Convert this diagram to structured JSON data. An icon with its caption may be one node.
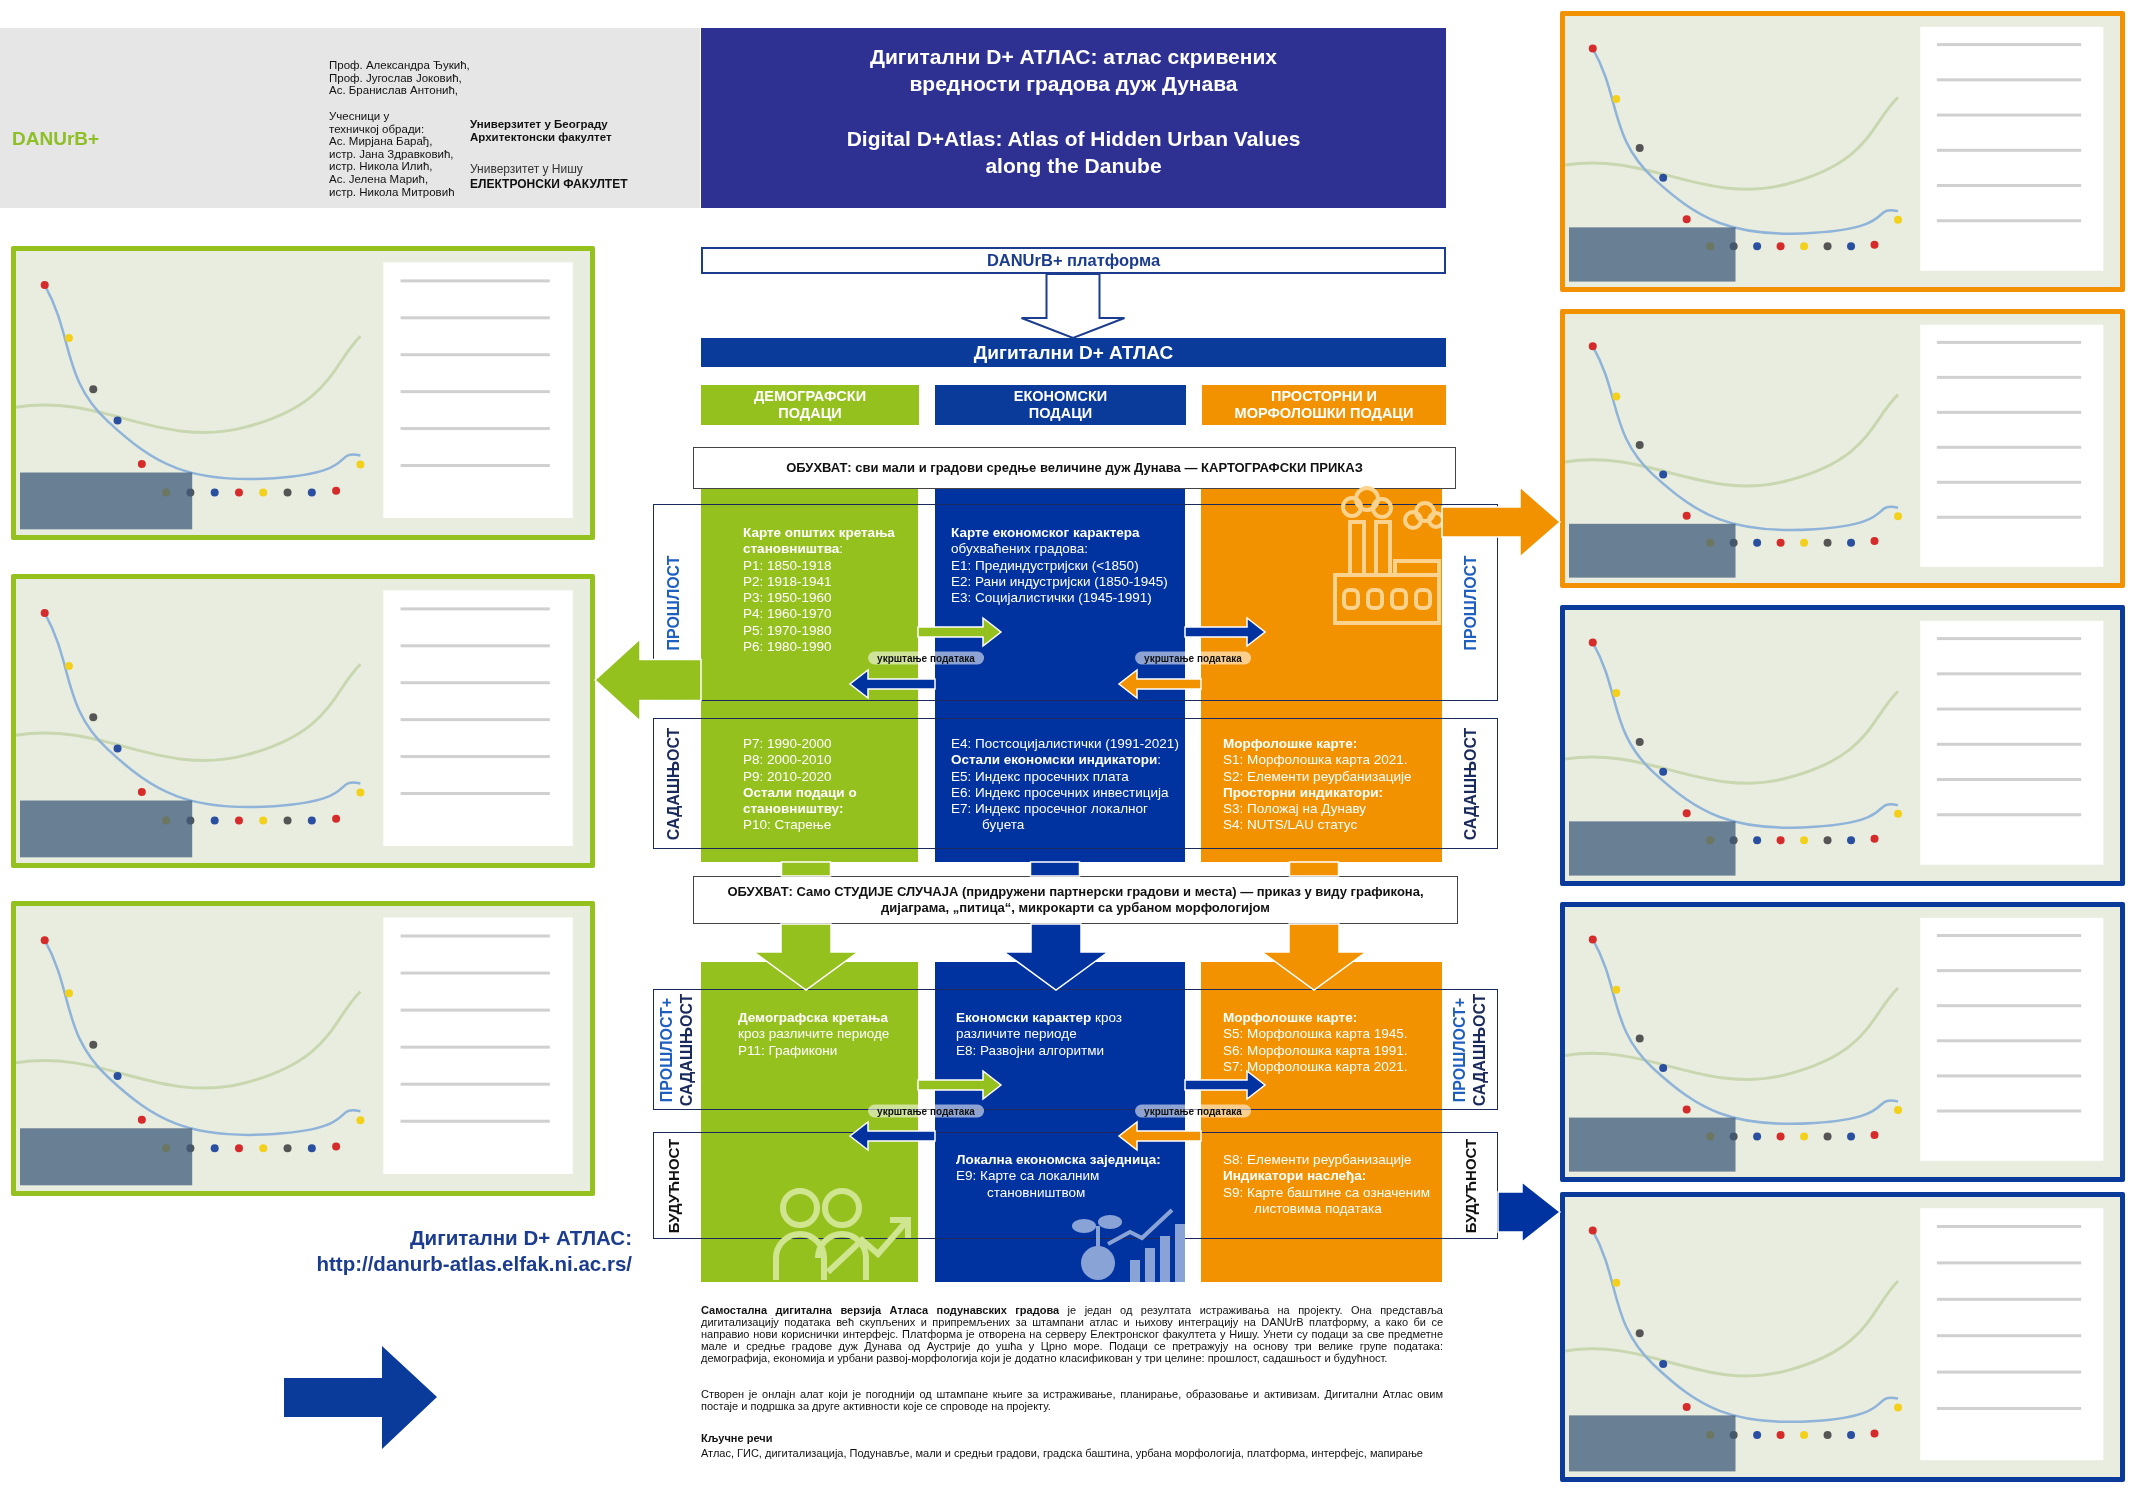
{
  "diagram": {
    "nodes": [
      {
        "text": [
          "DANUrB+",
          "Проф. Александра Ђукић,",
          "Проф. Југослав Јоковић,",
          "Ас. Бранислав Антонић,",
          "Учесници у техничкој обради:",
          "Ас. Мирјана Барађ,",
          "истр. Јана Здравковић,",
          "истр. Никола Илић,",
          "Ас. Јелена Марић,",
          "истр. Никола Митровић",
          "Универзитет у Београду Архитектонски факултет",
          "Универзитет у Нишу",
          "ЕЛЕКТРОНСКИ ФАКУЛТЕТ"
        ]
      },
      {
        "text": [
          "Дигитални D+ АТЛАС: атлас скривених вредности градова дуж Дунава",
          "Digital D+Atlas: Atlas of Hidden Urban Values along the Danube"
        ]
      },
      {
        "text": [
          "DANUrB+ платформа"
        ]
      },
      {
        "text": [
          "Дигитални D+ АТЛАС"
        ]
      },
      {
        "text": [
          "ДЕМОГРАФСКИ ПОДАЦИ"
        ]
      },
      {
        "text": [
          "ЕКОНОМСКИ ПОДАЦИ"
        ]
      },
      {
        "text": [
          "ПРОСТОРНИ И МОРФОЛОШКИ ПОДАЦИ"
        ]
      },
      {
        "text": [
          "ОБУХВАТ: сви мали и градови средње величине дуж Дунава — КАРТОГРАФСКИ ПРИКАЗ"
        ]
      },
      {
        "text": [
          "ПРОШЛОСТ",
          "ПРОШЛОСТ"
        ]
      },
      {
        "text": [
          "САДАШЊОСТ",
          "САДАШЊОСТ"
        ]
      },
      {
        "text": [
          "**Карте општих кретања становништва**:",
          "P1: 1850-1918",
          "P2: 1918-1941",
          "P3: 1950-1960",
          "P4: 1960-1970",
          "P5: 1970-1980",
          "P6: 1980-1990",
          "P7: 1990-2000",
          "P8: 2000-2010",
          "P9: 2010-2020",
          "**Остали подаци о становништву:**",
          "P10: Старење"
        ]
      },
      {
        "text": [
          "**Карте економског карактера** обухваћених градова:",
          "E1: Прединдустријски (<1850)",
          "E2: Рани индустријски (1850-1945)",
          "E3: Социјалистички (1945-1991)",
          "E4: Постсоцијалистички (1991-2021)",
          "**Остали економски индикатори**:",
          "E5: Индекс просечних плата",
          "E6: Индекс просечних инвестиција",
          "E7: Индекс просечног локалног буџета"
        ]
      },
      {
        "text": [
          "**Морфолошке карте:**",
          "S1: Морфолошка карта 2021.",
          "S2: Елементи реурбанизације",
          "**Просторни индикатори:**",
          "S3: Положај на Дунаву",
          "S4: NUTS/LAU статус"
        ]
      },
      {
        "text": [
          "ОБУХВАТ: Само СТУДИЈЕ СЛУЧАЈА (придружени партнерски градови и места) — приказ у виду графикона, дијаграма, „питица“, микрокарти са урбаном морфологијом"
        ]
      },
      {
        "text": [
          "ПРОШЛОСТ+",
          "САДАШЊОСТ",
          "ПРОШЛОСТ+",
          "САДАШЊОСТ"
        ]
      },
      {
        "text": [
          "БУДУЋНОСТ",
          "БУДУЋНОСТ"
        ]
      },
      {
        "text": [
          "**Демографска кретања** кроз различите периоде",
          "P11: Графикони"
        ]
      },
      {
        "text": [
          "**Економски карактер** кроз различите периоде",
          "E8: Развојни алгоритми",
          "**Локална економска заједница:**",
          "E9: Карте са локалним становништвом"
        ]
      },
      {
        "text": [
          "**Морфолошке карте:**",
          "S5: Морфолошка карта 1945.",
          "S6: Морфолошка карта 1991.",
          "S7: Морфолошка карта 2021.",
          "S8: Елементи реурбанизације",
          "**Индикатори наслеђа:**",
          "S9: Карте баштине са означеним листовима података"
        ]
      },
      {
        "text": [],
        "shape": "picture"
      },
      {
        "text": [],
        "shape": "picture"
      },
      {
        "text": [],
        "shape": "picture"
      },
      {
        "text": [],
        "shape": "picture"
      },
      {
        "text": [],
        "shape": "picture"
      },
      {
        "text": [],
        "shape": "picture"
      },
      {
        "text": [],
        "shape": "picture"
      },
      {
        "text": [],
        "shape": "picture"
      }
    ],
    "edges": [
      {
        "from": 2,
        "to": 3,
        "arrow": "to",
        "style": "thick"
      },
      {
        "from": 10,
        "to": 11,
        "arrow": "to",
        "label": "укрштање података",
        "style": "thick",
        "color": "#95c11f"
      },
      {
        "from": 11,
        "to": 10,
        "arrow": "to",
        "style": "thick",
        "color": "#0033a0"
      },
      {
        "from": 11,
        "to": 12,
        "arrow": "to",
        "label": "укрштање података",
        "style": "thick",
        "color": "#0033a0"
      },
      {
        "from": 12,
        "to": 11,
        "arrow": "to",
        "style": "thick",
        "color": "#f39200"
      },
      {
        "from": 10,
        "to": 13,
        "arrow": "none",
        "style": "thick",
        "color": "#95c11f"
      },
      {
        "from": 11,
        "to": 13,
        "arrow": "none",
        "style": "thick",
        "color": "#0033a0"
      },
      {
        "from": 12,
        "to": 13,
        "arrow": "none",
        "style": "thick",
        "color": "#f39200"
      },
      {
        "from": 13,
        "to": 16,
        "arrow": "to",
        "style": "thick",
        "color": "#95c11f"
      },
      {
        "from": 13,
        "to": 17,
        "arrow": "to",
        "style": "thick",
        "color": "#0033a0"
      },
      {
        "from": 13,
        "to": 18,
        "arrow": "to",
        "style": "thick",
        "color": "#f39200"
      },
      {
        "from": 16,
        "to": 17,
        "arrow": "to",
        "label": "укрштање података",
        "style": "thick",
        "color": "#95c11f"
      },
      {
        "from": 17,
        "to": 16,
        "arrow": "to",
        "style": "thick",
        "color": "#0033a0"
      },
      {
        "from": 17,
        "to": 18,
        "arrow": "to",
        "label": "укрштање података",
        "style": "thick",
        "color": "#0033a0"
      },
      {
        "from": 18,
        "to": 17,
        "arrow": "to",
        "style": "thick",
        "color": "#f39200"
      },
      {
        "from": 10,
        "to": 20,
        "arrow": "to",
        "style": "thick",
        "color": "#95c11f"
      },
      {
        "from": 12,
        "to": 23,
        "arrow": "to",
        "style": "thick",
        "color": "#f39200"
      },
      {
        "from": 15,
        "to": 26,
        "arrow": "to",
        "style": "thick",
        "color": "#0033a0"
      }
    ],
    "labels": [
      "Дигитални D+ АТЛАС:",
      "http://danurb-atlas.elfak.ni.ac.rs/",
      "**Самостална дигитална верзија Атласа подунавских градова** је један од резултата истраживања на пројекту. Она представља дигитализацију података већ скупљених и припремљених за штампани атлас и њихову интеграцију на DANUrB платформу, а како би се направио нови кориснички интерфејс. Платформа је отворена на серверу Електронског факултета у Нишу. Унети су подаци за све предметне мале и средње градове дуж Дунава од Аустрије до ушћа у Црно море. Подаци се претражују на основу три велике групе података: демографија, економија и урбани развој-морфологија који је додатно класификован у три целине: прошлост, садашњост и будућност.",
      "Створен је онлајн алат који је погоднији од штампане књиге за истраживање, планирање, образовање и активизам. Дигитални Атлас овим постаје и подршка за друге активности које се спроводе на пројекту.",
      "Кључне речи",
      "Атлас, ГИС, дигитализација, Подунавље, мали и средњи градови, градска баштина, урбана морфологија, платформа, интерфејс, мапирање"
    ]
  }
}
